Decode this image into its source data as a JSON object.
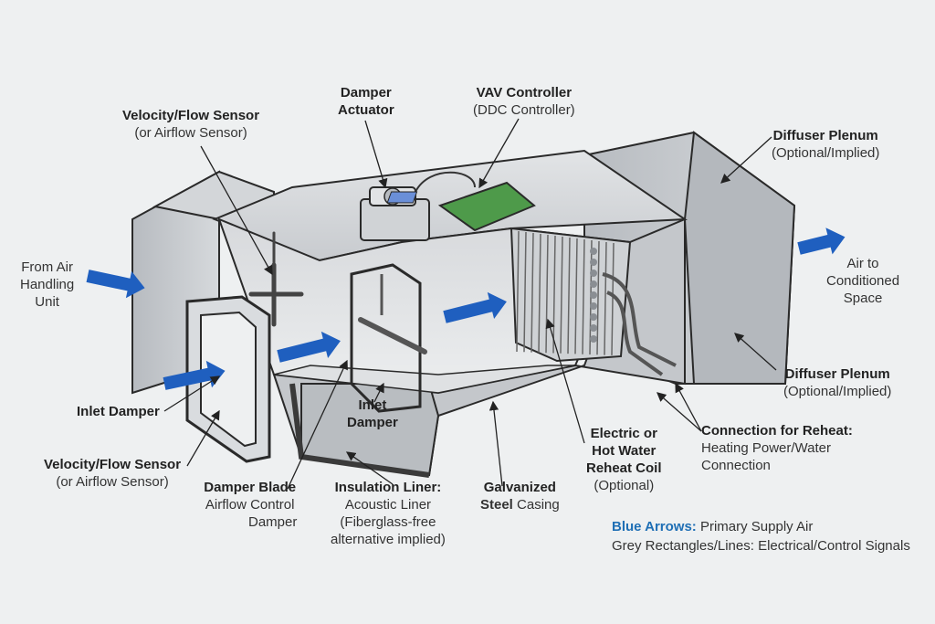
{
  "labels": {
    "from_ahu": [
      "From Air",
      "Handling",
      "Unit"
    ],
    "velocity_top": {
      "title": "Velocity/Flow Sensor",
      "sub": "(or Airflow Sensor)"
    },
    "damper_actuator": [
      "Damper",
      "Actuator"
    ],
    "vav_controller": {
      "title": "VAV Controller",
      "sub": "(DDC Controller)"
    },
    "diffuser_top": {
      "title": "Diffuser Plenum",
      "sub": "(Optional/Implied)"
    },
    "air_to": [
      "Air to",
      "Conditioned",
      "Space"
    ],
    "diffuser_bottom": {
      "title": "Diffuser Plenum",
      "sub": "(Optional/Implied)"
    },
    "inlet_damper_left": "Inlet Damper",
    "inlet_damper_mid": [
      "Inlet",
      "Damper"
    ],
    "velocity_bottom": {
      "title": "Velocity/Flow Sensor",
      "sub": "(or Airflow Sensor)"
    },
    "damper_blade": {
      "title": "Damper Blade",
      "sub1": "Airflow Control",
      "sub2": "Damper"
    },
    "insulation": {
      "title": "Insulation Liner:",
      "sub1": "Acoustic Liner",
      "sub2": "(Fiberglass-free",
      "sub3": "alternative implied)"
    },
    "galvanized": {
      "title1": "Galvanized",
      "title2": "Steel",
      "sub": "Casing"
    },
    "reheat_coil": {
      "title1": "Electric or",
      "title2": "Hot Water",
      "title3": "Reheat Coil",
      "sub": "(Optional)"
    },
    "connection": {
      "title": "Connection for Reheat:",
      "sub1": "Heating Power/Water",
      "sub2": "Connection"
    }
  },
  "legend": {
    "blue_key": "Blue Arrows:",
    "blue_text": " Primary Supply Air",
    "grey_text": "Grey Rectangles/Lines: Electrical/Control Signals"
  },
  "colors": {
    "arrow_blue": "#1f5fbf",
    "casing": "#c9ccd0",
    "casing_dark": "#9ea3a9",
    "outline": "#2a2a2a",
    "board_green": "#4e9a4a"
  }
}
